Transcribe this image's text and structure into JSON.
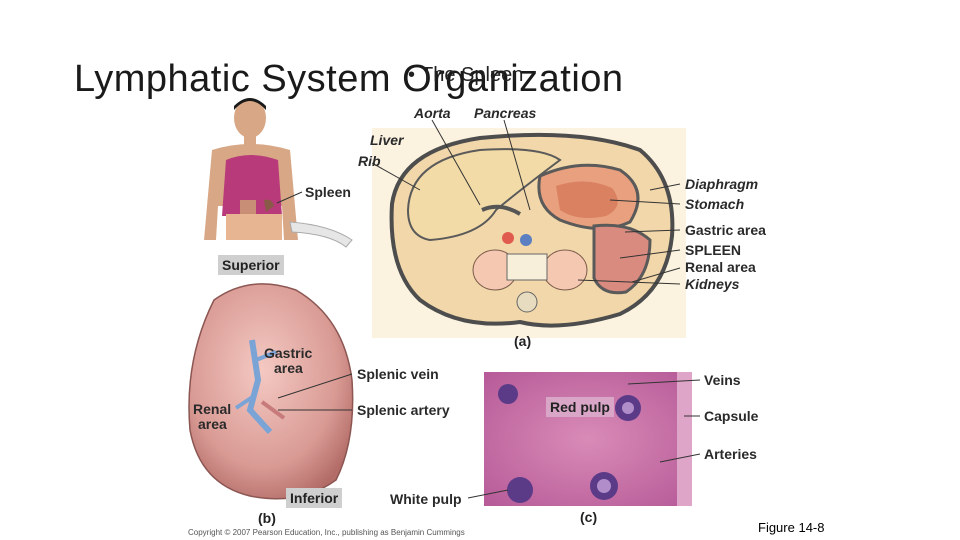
{
  "slide": {
    "title": "Lymphatic System Organization",
    "bullet": "The Spleen",
    "figure_ref": "Figure 14-8",
    "copyright": "Copyright © 2007 Pearson Education, Inc., publishing as Benjamin Cummings"
  },
  "figure": {
    "panel_a": {
      "letter": "(a)",
      "labels": {
        "aorta": "Aorta",
        "pancreas": "Pancreas",
        "liver": "Liver",
        "rib": "Rib",
        "spleen_body": "Spleen",
        "diaphragm": "Diaphragm",
        "stomach": "Stomach",
        "gastric_area": "Gastric area",
        "spleen": "SPLEEN",
        "renal_area": "Renal area",
        "kidneys": "Kidneys"
      }
    },
    "superior_tag": "Superior",
    "panel_b": {
      "letter": "(b)",
      "labels": {
        "gastric_area_1": "Gastric",
        "gastric_area_2": "area",
        "renal_area_1": "Renal",
        "renal_area_2": "area",
        "splenic_vein": "Splenic vein",
        "splenic_artery": "Splenic artery",
        "inferior": "Inferior"
      }
    },
    "panel_c": {
      "letter": "(c)",
      "labels": {
        "red_pulp": "Red pulp",
        "white_pulp": "White pulp",
        "veins": "Veins",
        "capsule": "Capsule",
        "arteries": "Arteries"
      }
    }
  }
}
